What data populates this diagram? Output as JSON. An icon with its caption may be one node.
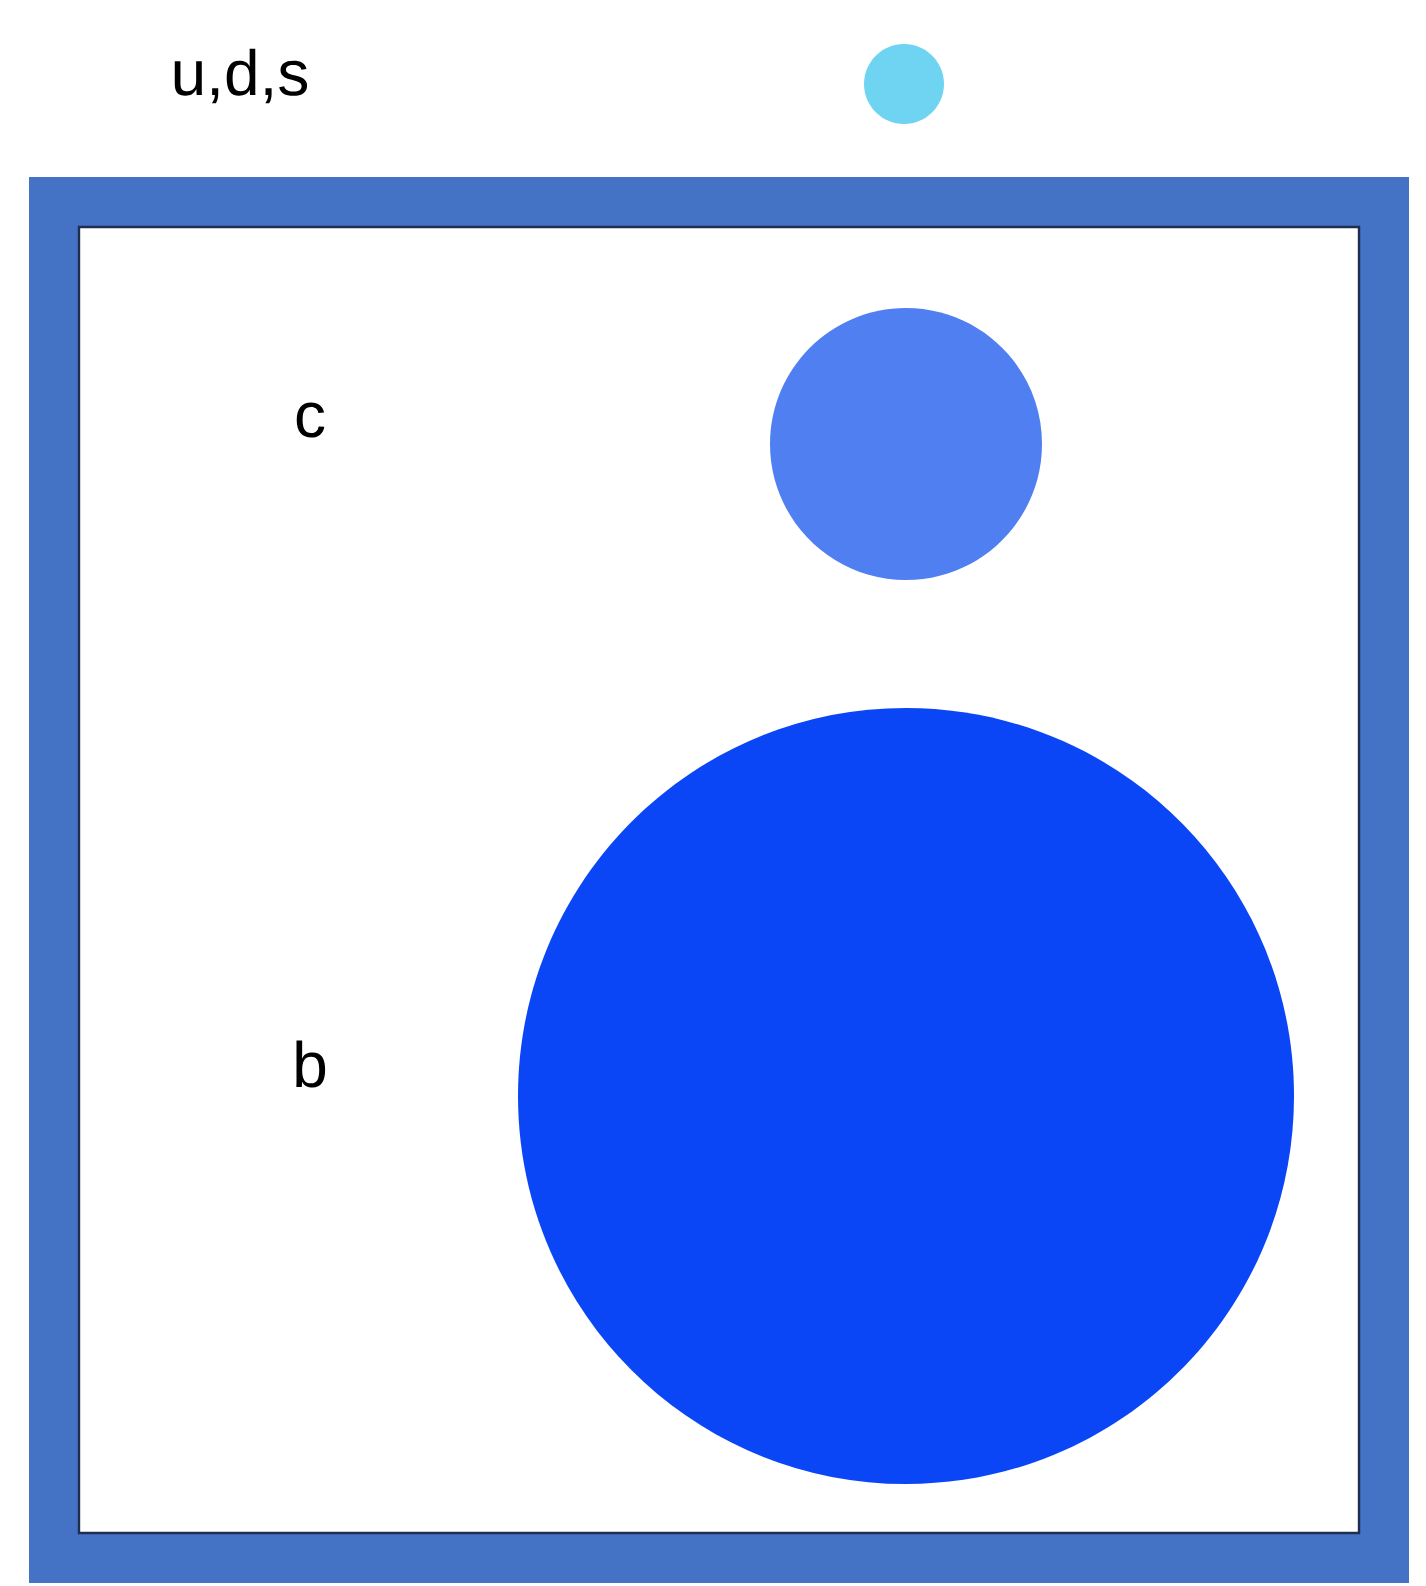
{
  "diagram": {
    "nodes": [
      {
        "text": [],
        "shape": "circle"
      },
      {
        "text": [],
        "shape": "box"
      },
      {
        "text": [],
        "shape": "circle",
        "in": 1
      },
      {
        "text": [],
        "shape": "circle",
        "in": 1
      }
    ],
    "labels": [
      "u,d,s",
      "c",
      "b"
    ]
  }
}
